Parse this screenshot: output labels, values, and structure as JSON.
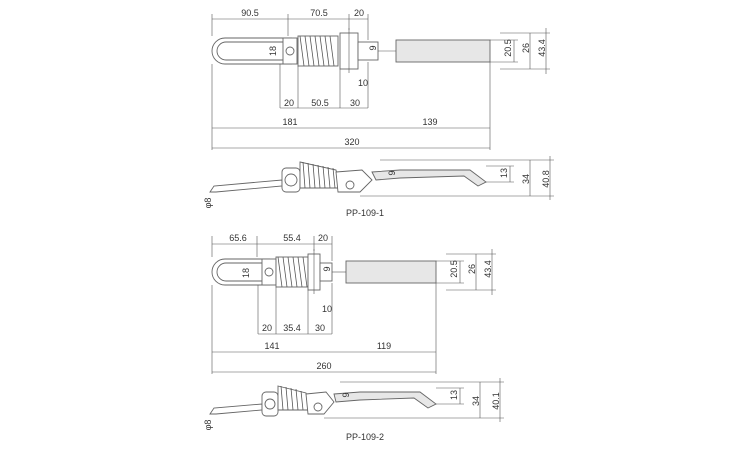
{
  "drawing_1": {
    "top_dims": [
      "90.5",
      "70.5",
      "20"
    ],
    "inner_dims": [
      "18",
      "9",
      "10"
    ],
    "bottom_dims": [
      "20",
      "50.5",
      "30"
    ],
    "length_dims": [
      "181",
      "139"
    ],
    "total": "320",
    "right_dims": [
      "20.5",
      "26",
      "43.4"
    ],
    "side_dims": [
      "13",
      "34",
      "40.8"
    ],
    "side_small": [
      "φ8",
      "9"
    ],
    "caption": "PP-109-1"
  },
  "drawing_2": {
    "top_dims": [
      "65.6",
      "55.4",
      "20"
    ],
    "inner_dims": [
      "18",
      "9",
      "10"
    ],
    "bottom_dims": [
      "20",
      "35.4",
      "30"
    ],
    "length_dims": [
      "141",
      "119"
    ],
    "total": "260",
    "right_dims": [
      "20.5",
      "26",
      "43.4"
    ],
    "side_dims": [
      "13",
      "34",
      "40.1"
    ],
    "side_small": [
      "φ8",
      "9"
    ],
    "caption": "PP-109-2"
  }
}
